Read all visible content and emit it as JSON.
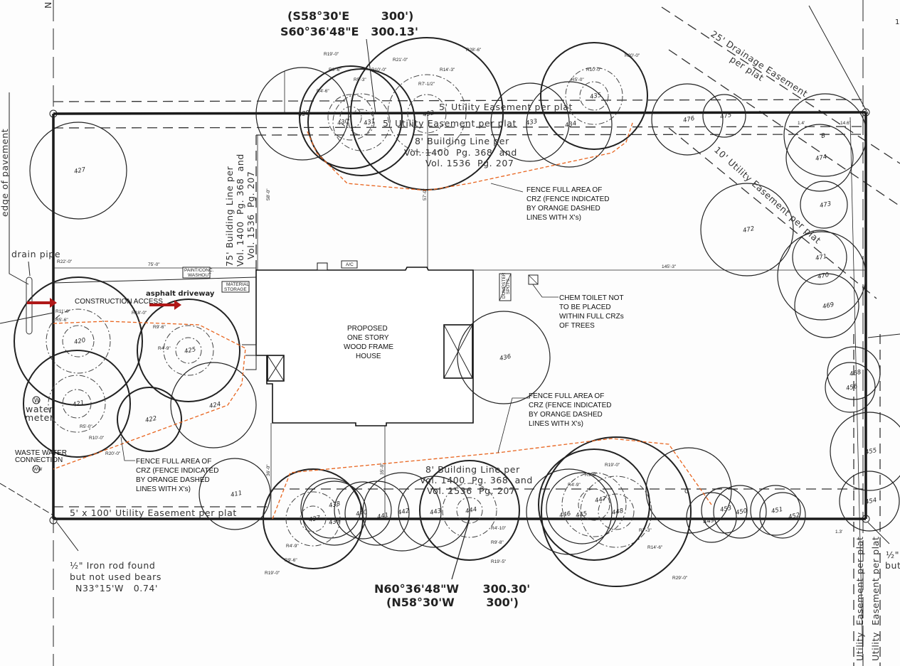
{
  "bearings": {
    "top_record": "(S58°30'E        300')",
    "top_measured": "S60°36'48\"E   300.13'",
    "bottom_measured": "N60°36'48\"W      300.30'",
    "bottom_record": "(N58°30'W        300')"
  },
  "easements": {
    "top_5ft_a": "5' Utility Easement per plat",
    "top_5ft_b": "5' Utility Easement per plat",
    "top_building_line": [
      "8' Building Line per",
      "Vol. 1400  Pg. 368  and",
      "Vol. 1536  Pg. 207"
    ],
    "bottom_building_line": [
      "8' Building Line per",
      "Vol. 1400  Pg. 368  and",
      "Vol. 1536  Pg. 207"
    ],
    "front_building_line": [
      "75' Building Line per",
      "Vol. 1400  Pg. 368  and",
      "Vol. 1536  Pg. 207"
    ],
    "drainage": [
      "25' Drainage Easement",
      "per plat"
    ],
    "utility_10ft": "10' Utility Easement per plat",
    "bottom_utility": "5' x 100' Utility Easement per plat",
    "right_utility_a": "Utility  Easement per plat",
    "right_utility_b": "Utility  Easement per plat"
  },
  "labels": {
    "edge_of_pavement": "edge of pavement",
    "drain_pipe": "drain pipe",
    "construction_access": "CONSTRUCTION ACCESS",
    "asphalt_driveway": "asphalt driveway",
    "water_meter": [
      "water",
      "meter"
    ],
    "water_symbol": "W",
    "waste_water": [
      "WASTE WATER",
      "CONNECTION"
    ],
    "waste_symbol": "WW",
    "paint_washout": [
      "PAINT/CONC.",
      "WASHOUT"
    ],
    "material_storage": [
      "MATERIAL",
      "STORAGE"
    ],
    "ac": "A/C",
    "dumpster": [
      "DUMPSTER",
      "SPOTS"
    ],
    "house": [
      "PROPOSED",
      "ONE STORY",
      "WOOD FRAME",
      "HOUSE"
    ],
    "chem_toilet": [
      "CHEM TOILET NOT",
      "TO BE PLACED",
      "WITHIN FULL CRZs",
      "OF TREES"
    ],
    "fence_note": [
      "FENCE FULL AREA OF",
      "CRZ (FENCE INDICATED",
      "BY ORANGE DASHED",
      "LINES WITH X's)"
    ],
    "iron_rod": [
      "½\" Iron rod found",
      "but not used bears",
      "N33°15'W   0.74'"
    ],
    "iron_rod_right": [
      "½\"",
      "but"
    ],
    "north_edge": "N",
    "page_mark": "1"
  },
  "dimensions": {
    "front_setback": "75'-0\"",
    "rear_setback": "145'-3\"",
    "side_top_left": "58'-0\"",
    "side_top_right": "57'-0\"",
    "side_bottom_left": "36'-0\"",
    "side_bottom_right": "35'-0\"",
    "corner_top_a": "1.4'",
    "corner_top_b": "14.6'",
    "corner_bottom": "1.3'"
  },
  "radii": [
    "R22'-0\"",
    "R11'-0\"",
    "R5'-6\"",
    "R18'-0\"",
    "R9'-6\"",
    "R4'-9\"",
    "R5'-0\"",
    "R10'-0\"",
    "R20'-0\"",
    "R19'-0\"",
    "R9'-6\"",
    "R4'-6\"",
    "R5'-3\"",
    "R10'-0\"",
    "R21'-0\"",
    "R7'-1/2\"",
    "R14'-3\"",
    "R28'-6\"",
    "R5'-0\"",
    "R10'-0\"",
    "R20'-0\"",
    "R4'-9\"",
    "R9'-6\"",
    "R19'-0\"",
    "R4'-10\"",
    "R9'-8\"",
    "R19'-5\"",
    "R19'-0\"",
    "R9'-8\"",
    "R4'-9\"",
    "R7'-3\"",
    "R14'-6\"",
    "R29'-0\""
  ],
  "trees": [
    "427",
    "420",
    "421",
    "422",
    "425",
    "424",
    "411",
    "429",
    "430",
    "431",
    "432",
    "433",
    "434",
    "435",
    "476",
    "475",
    "B",
    "474",
    "473",
    "472",
    "471",
    "470",
    "469",
    "468",
    "456",
    "455",
    "454",
    "453",
    "450",
    "451",
    "452",
    "449",
    "C",
    "448",
    "447",
    "446",
    "445",
    "444",
    "443",
    "442",
    "441",
    "440",
    "439",
    "438",
    "437",
    "436"
  ],
  "colors": {
    "fence": "#e8641e",
    "arrow": "#b01818",
    "line": "#222222"
  }
}
